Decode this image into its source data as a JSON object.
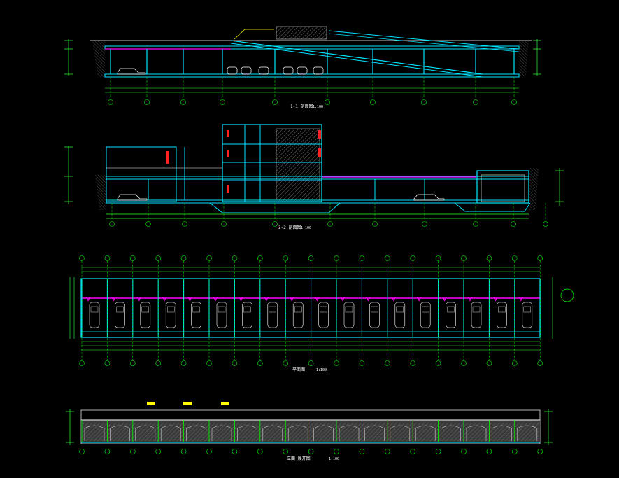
{
  "drawing": {
    "background": "#000000",
    "colors": {
      "structure": "#00e5ff",
      "dimension": "#33ff33",
      "grid": "#00ff00",
      "hatch": "#d0d0d0",
      "accent": "#ff00ff",
      "column_red": "#ff2020",
      "note": "#ffff00",
      "text": "#ffffff"
    },
    "views": [
      {
        "id": "section-1",
        "title": "1-1 剖面图",
        "scale": "1:100"
      },
      {
        "id": "section-2",
        "title": "2-2 剖面图",
        "scale": "1:100"
      },
      {
        "id": "plan",
        "title": "平面图",
        "scale": "1:100"
      },
      {
        "id": "elevation",
        "title": "立面  展开图",
        "scale": "1:100"
      }
    ]
  }
}
